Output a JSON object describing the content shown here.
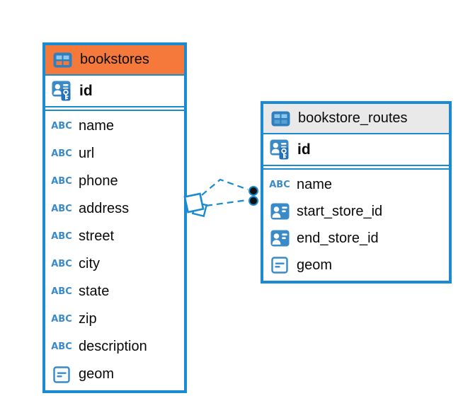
{
  "diagram": {
    "kind": "entity-relationship",
    "background": "#ffffff"
  },
  "colors": {
    "table_border": "#1a8bd0",
    "connector": "#1a8bd0",
    "bookstores_header_bg": "#f5793b",
    "routes_header_bg": "#e9e9e9",
    "icon_blue": "#3a8ac8",
    "icon_cell_light": "#8fc6ea",
    "pk_key_chip": "#2471b8",
    "text": "#0a0a0a",
    "connector_dot_fill": "#111111"
  },
  "icons": {
    "text_type_label": "ABC"
  },
  "tables": [
    {
      "name": "bookstores",
      "header_style": "orange",
      "primary_key": {
        "name": "id",
        "type": "primary-key"
      },
      "columns": [
        {
          "name": "name",
          "type": "text"
        },
        {
          "name": "url",
          "type": "text"
        },
        {
          "name": "phone",
          "type": "text"
        },
        {
          "name": "address",
          "type": "text"
        },
        {
          "name": "street",
          "type": "text"
        },
        {
          "name": "city",
          "type": "text"
        },
        {
          "name": "state",
          "type": "text"
        },
        {
          "name": "zip",
          "type": "text"
        },
        {
          "name": "description",
          "type": "text"
        },
        {
          "name": "geom",
          "type": "geometry"
        }
      ]
    },
    {
      "name": "bookstore_routes",
      "header_style": "gray",
      "primary_key": {
        "name": "id",
        "type": "primary-key"
      },
      "columns": [
        {
          "name": "name",
          "type": "text"
        },
        {
          "name": "start_store_id",
          "type": "reference"
        },
        {
          "name": "end_store_id",
          "type": "reference"
        },
        {
          "name": "geom",
          "type": "geometry"
        }
      ]
    }
  ],
  "relationships": [
    {
      "from_table": "bookstores",
      "to_table": "bookstore_routes",
      "line_style": "dashed"
    },
    {
      "from_table": "bookstores",
      "to_table": "bookstore_routes",
      "line_style": "dashed"
    }
  ]
}
